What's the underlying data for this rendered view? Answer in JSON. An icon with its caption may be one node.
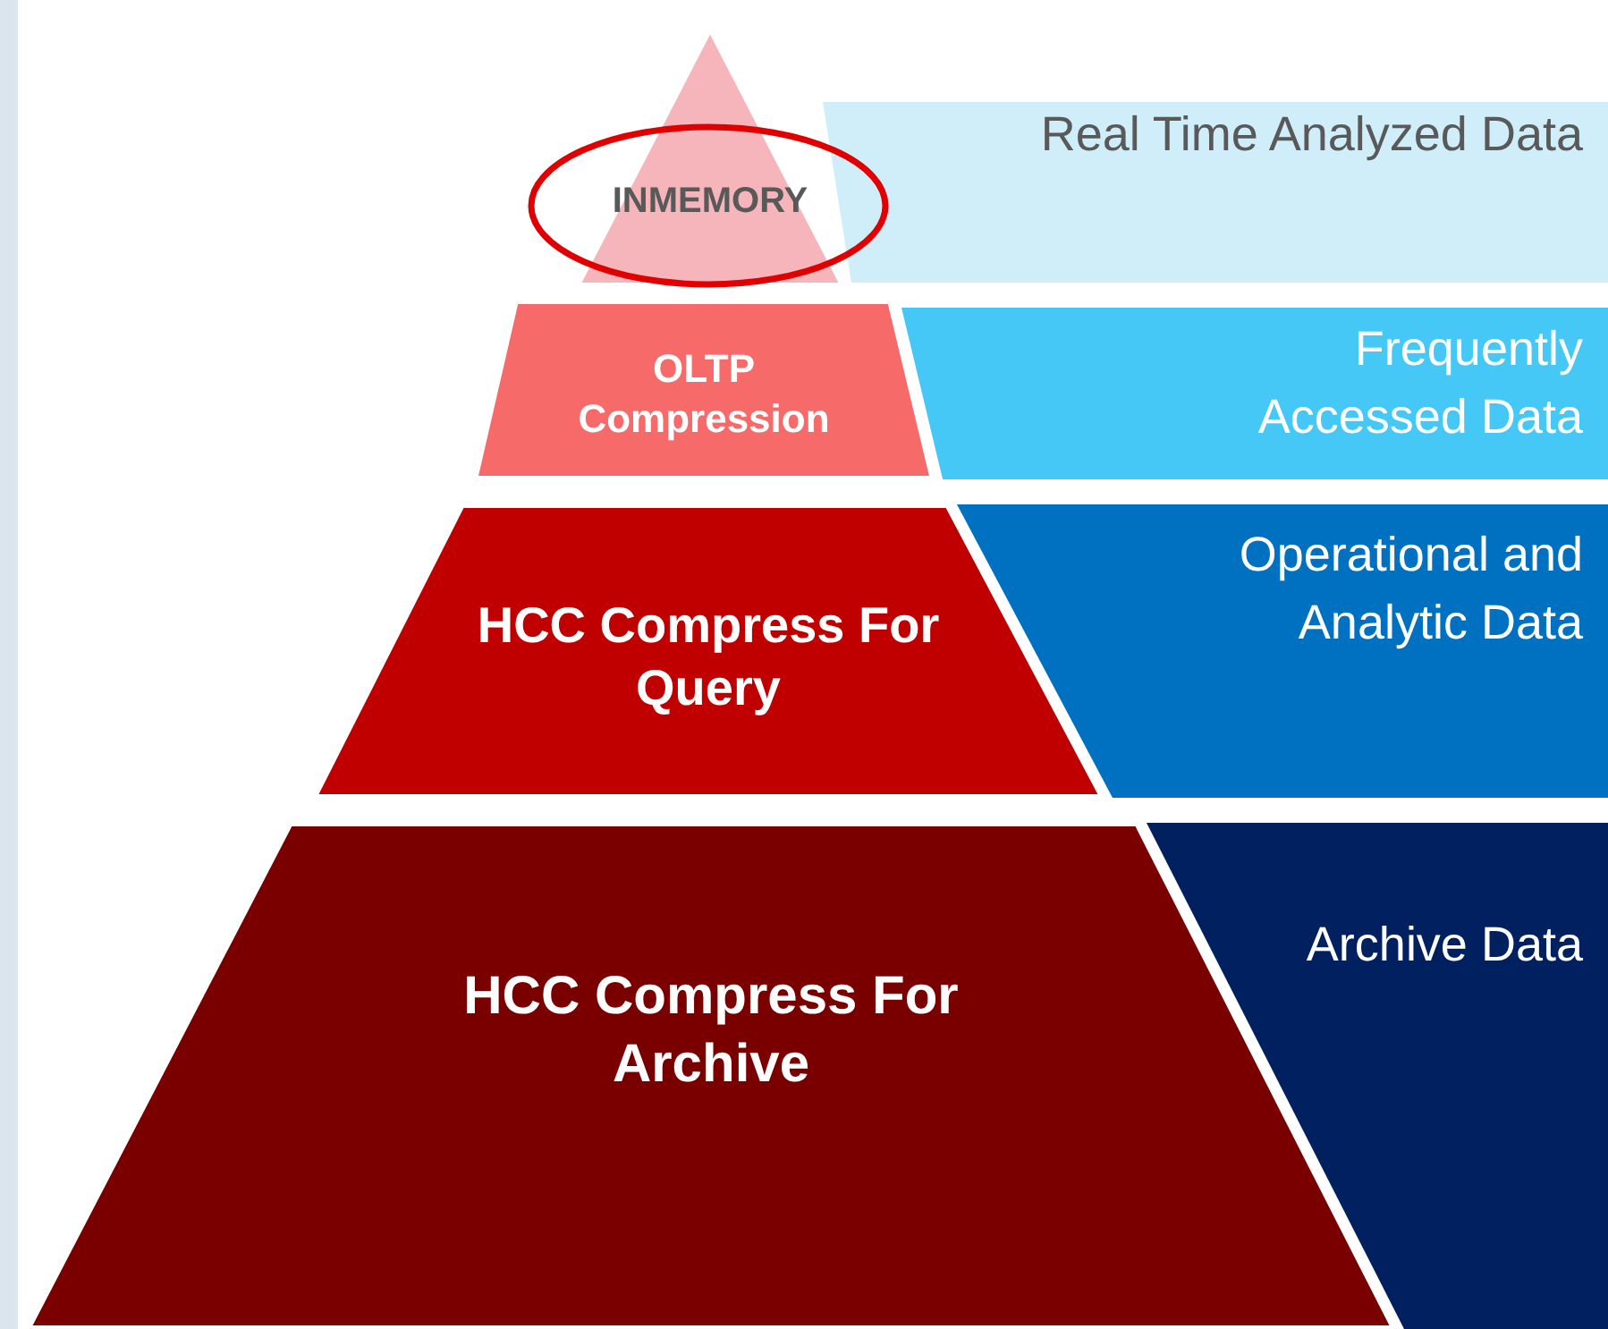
{
  "diagram": {
    "nodes": [
      {
        "text": [
          "INMEMORY"
        ]
      },
      {
        "text": [
          "Real Time Analyzed Data"
        ]
      },
      {
        "text": [
          "OLTP Compression"
        ]
      },
      {
        "text": [
          "Frequently Accessed Data"
        ]
      },
      {
        "text": [
          "HCC Compress For Query"
        ]
      },
      {
        "text": [
          "Operational and Analytic Data"
        ]
      },
      {
        "text": [
          "HCC Compress For Archive"
        ]
      },
      {
        "text": [
          "Archive Data"
        ]
      }
    ]
  }
}
